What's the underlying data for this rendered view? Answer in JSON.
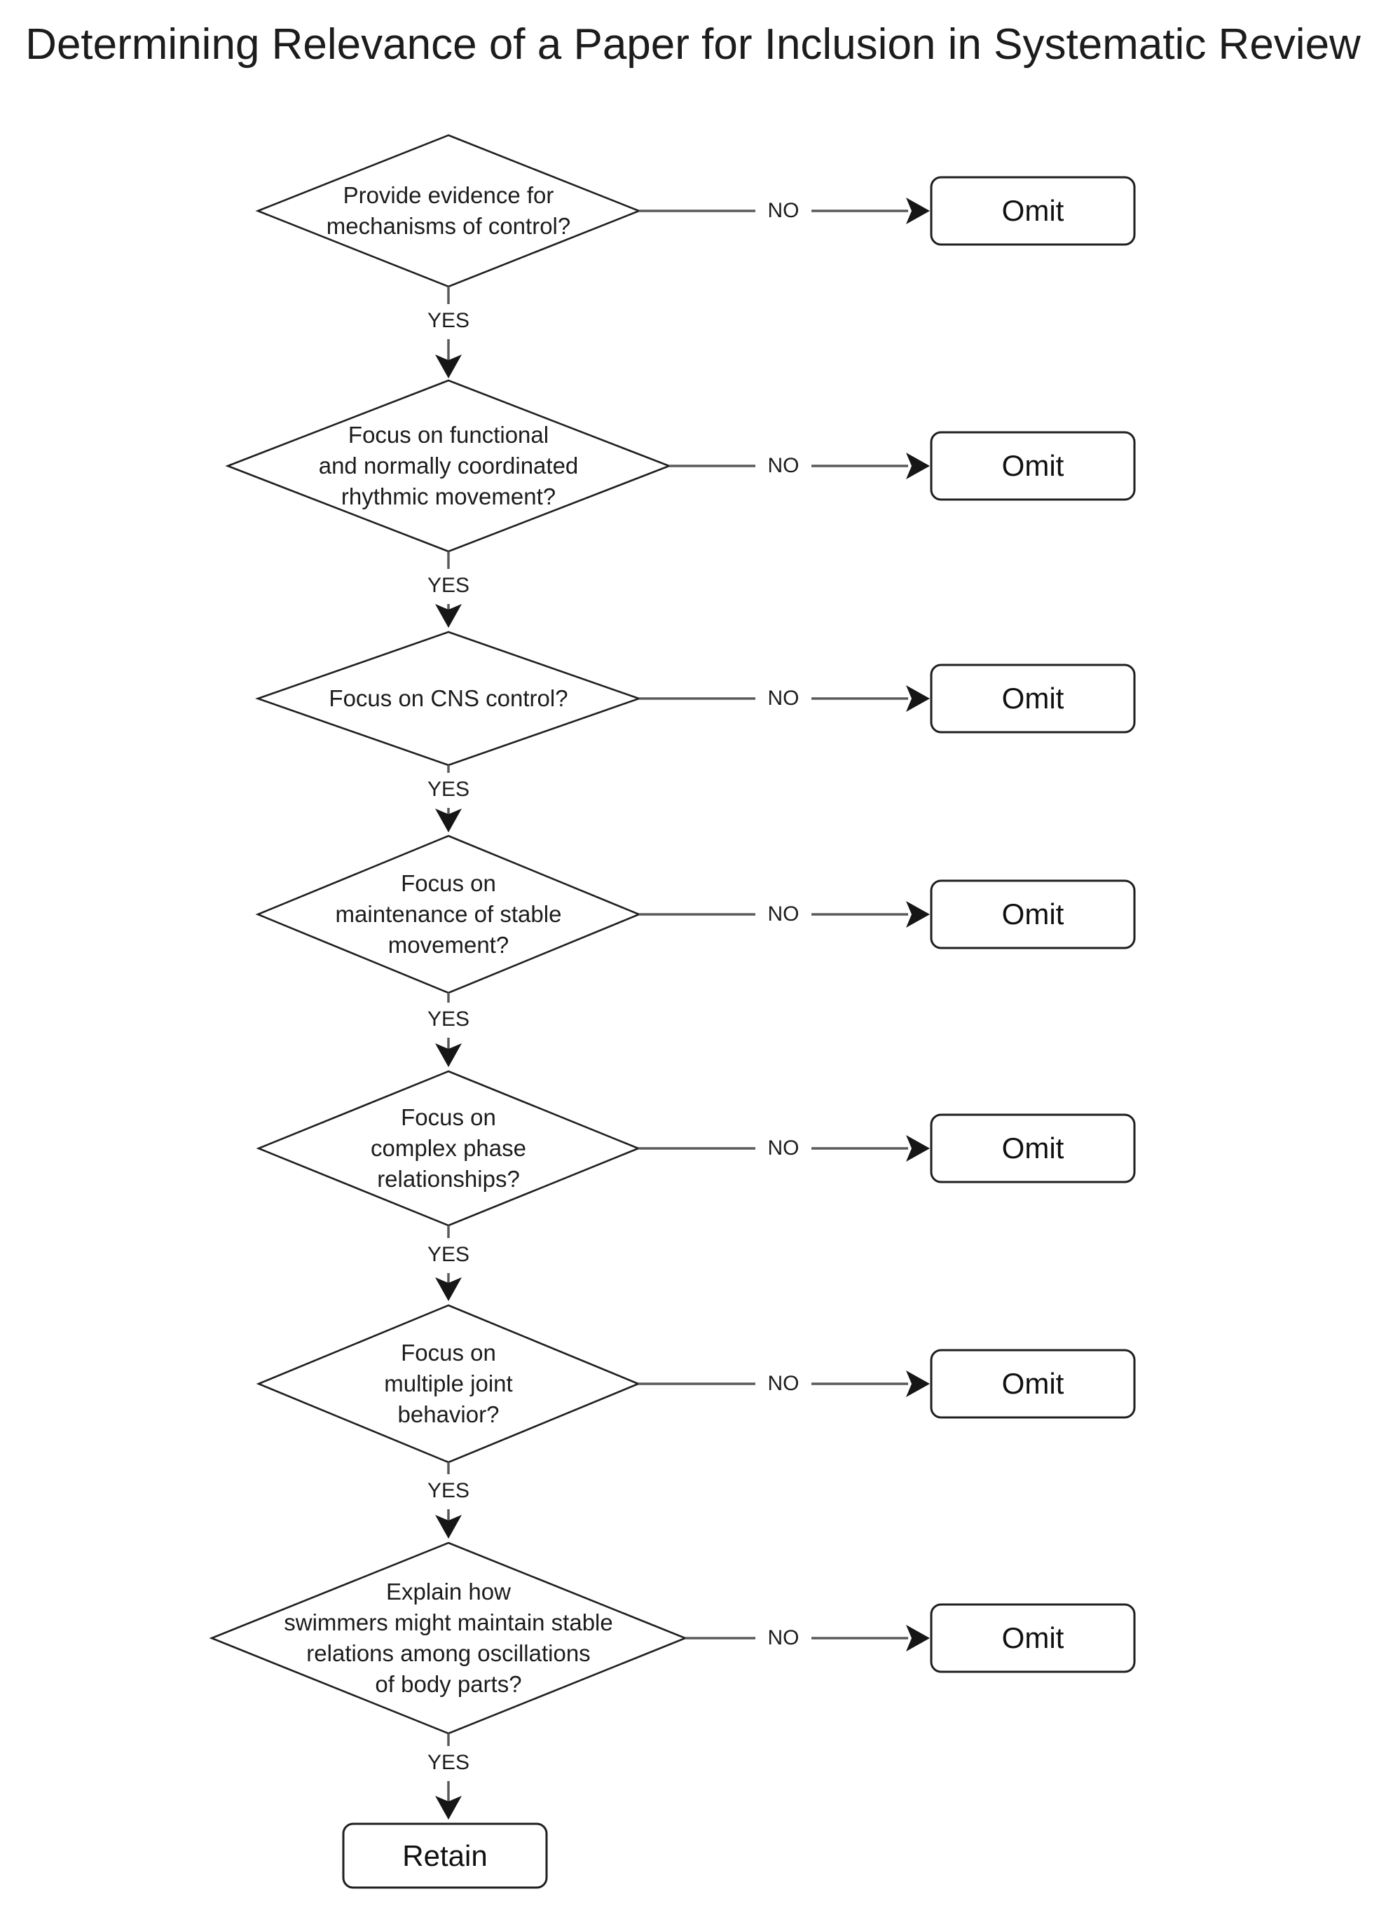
{
  "title": "Determining Relevance of a Paper for Inclusion in Systematic Review",
  "flowchart": {
    "decisions": [
      {
        "question": "Provide evidence for\nmechanisms of control?",
        "no_label": "NO",
        "yes_label": "YES",
        "omit_label": "Omit"
      },
      {
        "question": "Focus on functional\nand normally coordinated\nrhythmic movement?",
        "no_label": "NO",
        "yes_label": "YES",
        "omit_label": "Omit"
      },
      {
        "question": "Focus on CNS control?",
        "no_label": "NO",
        "yes_label": "YES",
        "omit_label": "Omit"
      },
      {
        "question": "Focus on\nmaintenance of stable\nmovement?",
        "no_label": "NO",
        "yes_label": "YES",
        "omit_label": "Omit"
      },
      {
        "question": "Focus on\ncomplex phase\nrelationships?",
        "no_label": "NO",
        "yes_label": "YES",
        "omit_label": "Omit"
      },
      {
        "question": "Focus on\nmultiple joint\nbehavior?",
        "no_label": "NO",
        "yes_label": "YES",
        "omit_label": "Omit"
      },
      {
        "question": "Explain how\nswimmers might maintain stable\nrelations among oscillations\nof body parts?",
        "no_label": "NO",
        "yes_label": "YES",
        "omit_label": "Omit"
      }
    ],
    "retain_label": "Retain"
  },
  "colors": {
    "background": "#ffffff",
    "shape_border": "#1f1f1f",
    "connector_line": "#5a5a5a",
    "arrowhead": "#161616",
    "text": "#1c1c1c"
  }
}
